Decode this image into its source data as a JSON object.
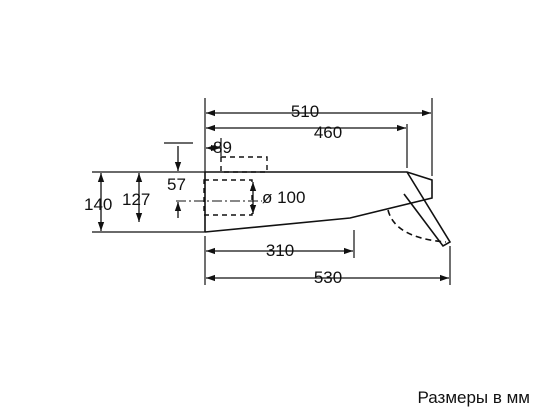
{
  "dimensions": {
    "overall_depth_top": "510",
    "inner_depth_top": "460",
    "duct_offset": "89",
    "height_total": "140",
    "height_body": "127",
    "duct_center_height": "57",
    "duct_diameter": "ø 100",
    "bottom_depth": "310",
    "overall_depth_bottom": "530"
  },
  "caption": "Размеры в мм",
  "colors": {
    "line": "#111111",
    "background": "#ffffff"
  }
}
